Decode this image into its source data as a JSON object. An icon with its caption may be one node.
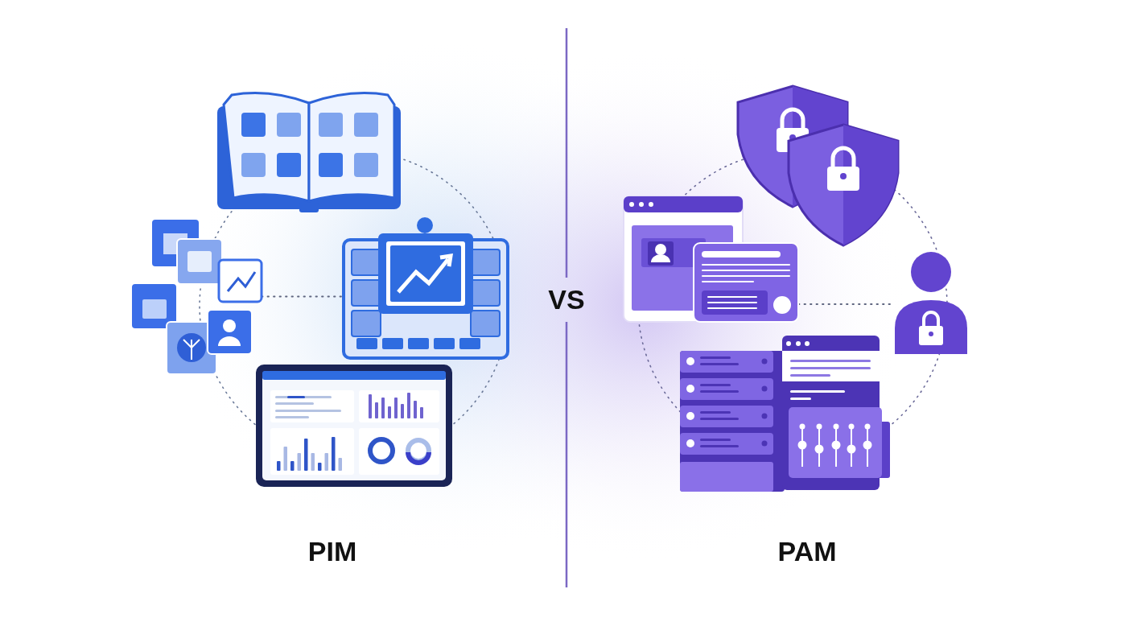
{
  "diagram": {
    "nodes": [
      {
        "text": [],
        "shape": "picture"
      },
      {
        "text": [],
        "shape": "picture"
      },
      {
        "text": [],
        "shape": "picture"
      },
      {
        "text": [],
        "shape": "picture"
      }
    ],
    "edges": [
      {
        "from": 0,
        "to": 1,
        "arrow": "none",
        "style": "dashed"
      },
      {
        "from": 2,
        "to": 3,
        "arrow": "none",
        "style": "dashed"
      }
    ],
    "labels": [
      "VS",
      "PIM",
      "PAM"
    ]
  }
}
